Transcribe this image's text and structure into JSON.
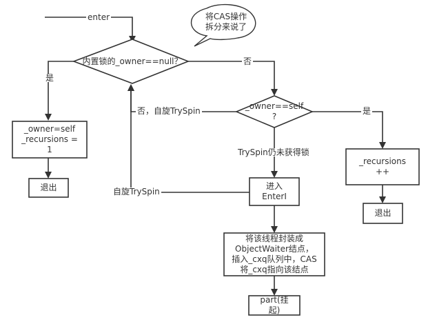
{
  "colors": {
    "line": "#333333",
    "fill": "#ffffff",
    "text": "#333333"
  },
  "labels": {
    "enter": "enter",
    "yes_left": "是",
    "no_top": "否",
    "no_spin": "否，自旋TrySpin",
    "spin_fail": "TrySpin仍未获得锁",
    "yes_right": "是",
    "self_spin": "自旋TrySpin"
  },
  "callout": {
    "line1": "将CAS操作",
    "line2": "拆分来说了"
  },
  "decisions": {
    "d1": "内置锁的_owner==null？",
    "d2_line1": "_owner==self",
    "d2_line2": "?"
  },
  "boxes": {
    "set_owner": {
      "line1": "_owner=self",
      "line2": "_recursions =",
      "line3": "1"
    },
    "exit_left": "退出",
    "enter_i": {
      "line1": "进入",
      "line2": "EnterI"
    },
    "recursions": {
      "line1": "_recursions",
      "line2": "++"
    },
    "exit_right": "退出",
    "waiter": {
      "line1": "将该线程封装成",
      "line2": "ObjectWaiter结点，",
      "line3": "插入_cxq队列中，CAS",
      "line4": "将_cxq指向该结点"
    },
    "part": {
      "line1": "part(挂",
      "line2": "起)"
    }
  }
}
